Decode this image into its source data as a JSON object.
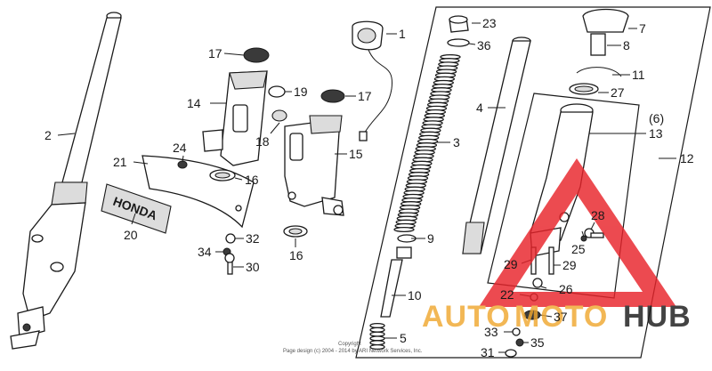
{
  "labels": {
    "p1": "1",
    "p2": "2",
    "p3": "3",
    "p4": "4",
    "p5": "5",
    "p6": "(6)",
    "p7": "7",
    "p8": "8",
    "p9": "9",
    "p10": "10",
    "p11": "11",
    "p12": "12",
    "p13": "13",
    "p14": "14",
    "p15": "15",
    "p16a": "16",
    "p16b": "16",
    "p17a": "17",
    "p17b": "17",
    "p18": "18",
    "p19": "19",
    "p20": "20",
    "p21": "21",
    "p22": "22",
    "p23": "23",
    "p24": "24",
    "p25": "25",
    "p26": "26",
    "p27": "27",
    "p28": "28",
    "p29a": "29",
    "p29b": "29",
    "p30": "30",
    "p31": "31",
    "p32": "32",
    "p33": "33",
    "p34": "34",
    "p35": "35",
    "p36": "36",
    "p37": "37"
  },
  "emblem": "HONDA",
  "copyright": {
    "line1": "Copyright",
    "line2": "Page design (c) 2004 - 2014 by ARI Network Services, Inc."
  },
  "watermark": {
    "part1": "AUTO",
    "part2": "MOTO",
    "part3": "HUB",
    "color_main": "#f0a830",
    "color_accent": "#1a1a1a",
    "color_triangle": "#e8232a"
  }
}
